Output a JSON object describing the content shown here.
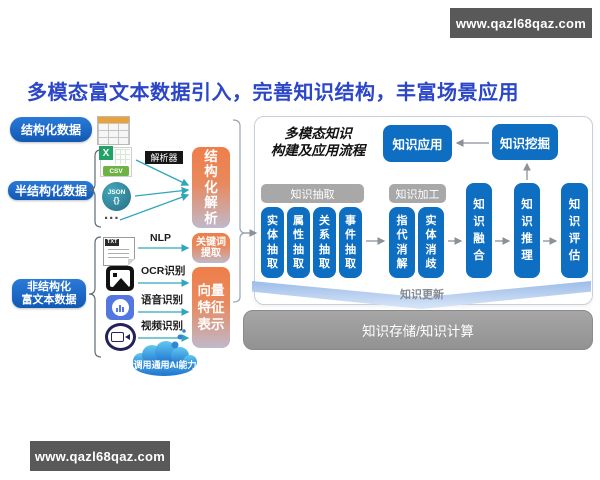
{
  "watermark": "www.qazl68qaz.com",
  "title": "多模态富文本数据引入，完善知识结构，丰富场景应用",
  "colors": {
    "title_blue": "#2b46c8",
    "button_blue": "#1764c6",
    "flow_blue": "#0e6ec2",
    "orange": "#ef7e49",
    "teal_arrow": "#2fa6bd",
    "gray_header": "#a8a8a8",
    "watermark_bg": "#595959"
  },
  "sources": {
    "structured": {
      "label": "结构化数据",
      "icon": "table-icon"
    },
    "semi_structured": {
      "label": "半结构化数据",
      "parser_tag": "解析器",
      "items": [
        {
          "icon": "csv-file-icon",
          "logo": "X",
          "badge": "CSV"
        },
        {
          "icon": "json-icon",
          "text": "JSON",
          "braces": "{}"
        },
        {
          "icon": "ellipsis",
          "text": "..."
        }
      ]
    },
    "unstructured": {
      "label": "非结构化\n富文本数据",
      "cloud": "调用通用AI能力",
      "items": [
        {
          "icon": "txt-file-icon",
          "badge": "TXT",
          "method": "NLP"
        },
        {
          "icon": "image-icon",
          "method": "OCR识别"
        },
        {
          "icon": "audio-icon",
          "method": "语音识别"
        },
        {
          "icon": "video-icon",
          "method": "视频识别"
        }
      ]
    }
  },
  "pipeline": {
    "structural_parse": "结构化解析",
    "keyword_extract": "关键词\n提取",
    "vector_feature": "向量\n特征\n表示"
  },
  "flow": {
    "title": "多模态知识\n构建及应用流程",
    "apply": "知识应用",
    "mining": "知识挖掘",
    "extract": {
      "header": "知识抽取",
      "items": [
        "实体抽取",
        "属性抽取",
        "关系抽取",
        "事件抽取"
      ]
    },
    "process": {
      "header": "知识加工",
      "items": [
        "指代消解",
        "实体消歧"
      ]
    },
    "fusion": "知识融合",
    "reasoning": "知识推理",
    "evaluation": "知识评估",
    "update": "知识更新",
    "storage": "知识存储/知识计算"
  }
}
